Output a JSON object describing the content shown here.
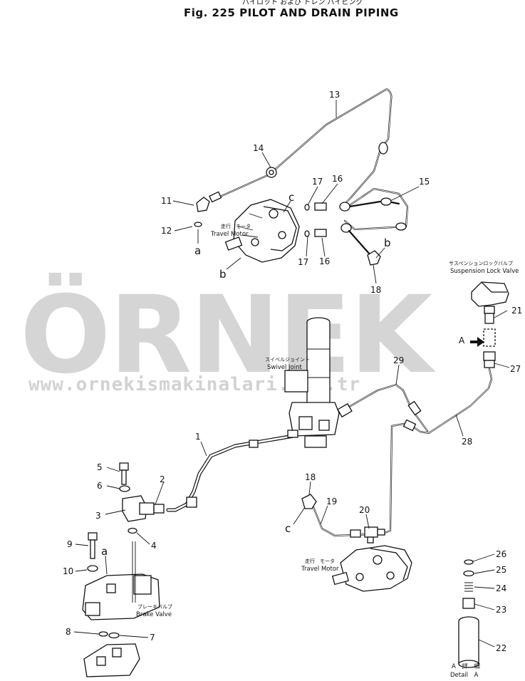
{
  "header": {
    "title_jp": "パイロット および ドレン パイピング",
    "title": "Fig. 225   PILOT AND DRAIN PIPING"
  },
  "watermark": {
    "brand": "ÖRNEK",
    "url": "www.ornekismakinalari.com.tr"
  },
  "components": {
    "travel_motor_upper": {
      "jp": "走行　モータ",
      "en": "Travel Motor"
    },
    "travel_motor_lower": {
      "jp": "走行　モータ",
      "en": "Travel Motor"
    },
    "swivel_joint": {
      "jp": "スイベルジョイント",
      "en": "Swivel Joint"
    },
    "suspension_lock_valve": {
      "jp": "サスペンションロックバルブ",
      "en": "Suspension Lock Valve"
    },
    "brake_valve": {
      "jp": "ブレーキバルブ",
      "en": "Brake Valve"
    }
  },
  "callouts": {
    "n1": "1",
    "n2": "2",
    "n3": "3",
    "n4": "4",
    "n5": "5",
    "n6": "6",
    "n7": "7",
    "n8": "8",
    "n9": "9",
    "n10": "10",
    "n11": "11",
    "n12": "12",
    "n13": "13",
    "n14": "14",
    "n15": "15",
    "n16a": "16",
    "n16b": "16",
    "n17a": "17",
    "n17b": "17",
    "n18a": "18",
    "n18b": "18",
    "n19": "19",
    "n20": "20",
    "n21": "21",
    "n22": "22",
    "n23": "23",
    "n24": "24",
    "n25": "25",
    "n26": "26",
    "n27": "27",
    "n28": "28",
    "n29": "29"
  },
  "connection_letters": {
    "a_top": "a",
    "b_motor": "b",
    "c_motor": "c",
    "b_valve": "b",
    "c_lower": "c",
    "a_brake": "a"
  },
  "detail": {
    "arrow_label": "A",
    "caption_line1": "A　詳　細",
    "caption_line2": "Detail　A"
  },
  "colors": {
    "ink": "#111111",
    "watermark": "#c8c8c8",
    "accent": "#f2d98a"
  }
}
